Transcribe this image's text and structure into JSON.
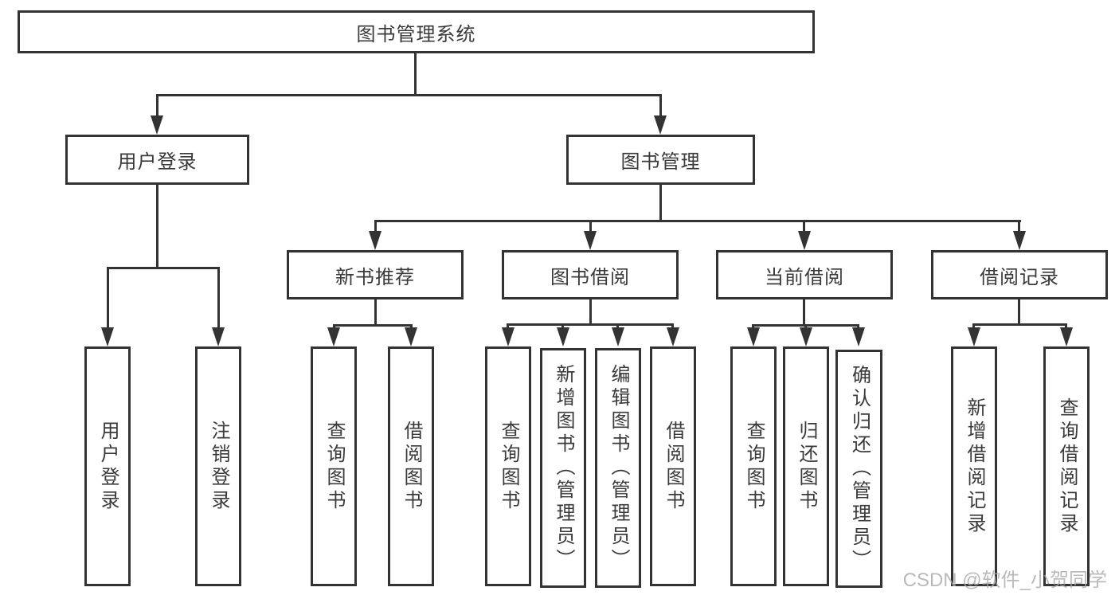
{
  "diagram_title": "图书管理系统",
  "nodes": {
    "root": {
      "label": "图书管理系统"
    },
    "user_login": {
      "label": "用户登录"
    },
    "book_mgmt": {
      "label": "图书管理"
    },
    "new_books": {
      "label": "新书推荐"
    },
    "book_borrow": {
      "label": "图书借阅"
    },
    "current_borrow": {
      "label": "当前借阅"
    },
    "borrow_records": {
      "label": "借阅记录"
    },
    "leaf_user_login": {
      "label": "用户登录"
    },
    "leaf_logout": {
      "label": "注销登录"
    },
    "leaf_nb_query": {
      "label": "查询图书"
    },
    "leaf_nb_borrow": {
      "label": "借阅图书"
    },
    "leaf_bb_query": {
      "label": "查询图书"
    },
    "leaf_bb_add": {
      "label": "新增图书（管理员）"
    },
    "leaf_bb_edit": {
      "label": "编辑图书（管理员）"
    },
    "leaf_bb_borrow": {
      "label": "借阅图书"
    },
    "leaf_cb_query": {
      "label": "查询图书"
    },
    "leaf_cb_return": {
      "label": "归还图书"
    },
    "leaf_cb_confirm": {
      "label": "确认归还（管理员）"
    },
    "leaf_br_add": {
      "label": "新增借阅记录"
    },
    "leaf_br_query": {
      "label": "查询借阅记录"
    }
  },
  "watermark": "CSDN @软件_小贺同学",
  "colors": {
    "line": "#333333",
    "text": "#3a3a3a",
    "box_background": "#ffffff",
    "page_background": "#ffffff",
    "watermark": "#a9a9a9"
  }
}
